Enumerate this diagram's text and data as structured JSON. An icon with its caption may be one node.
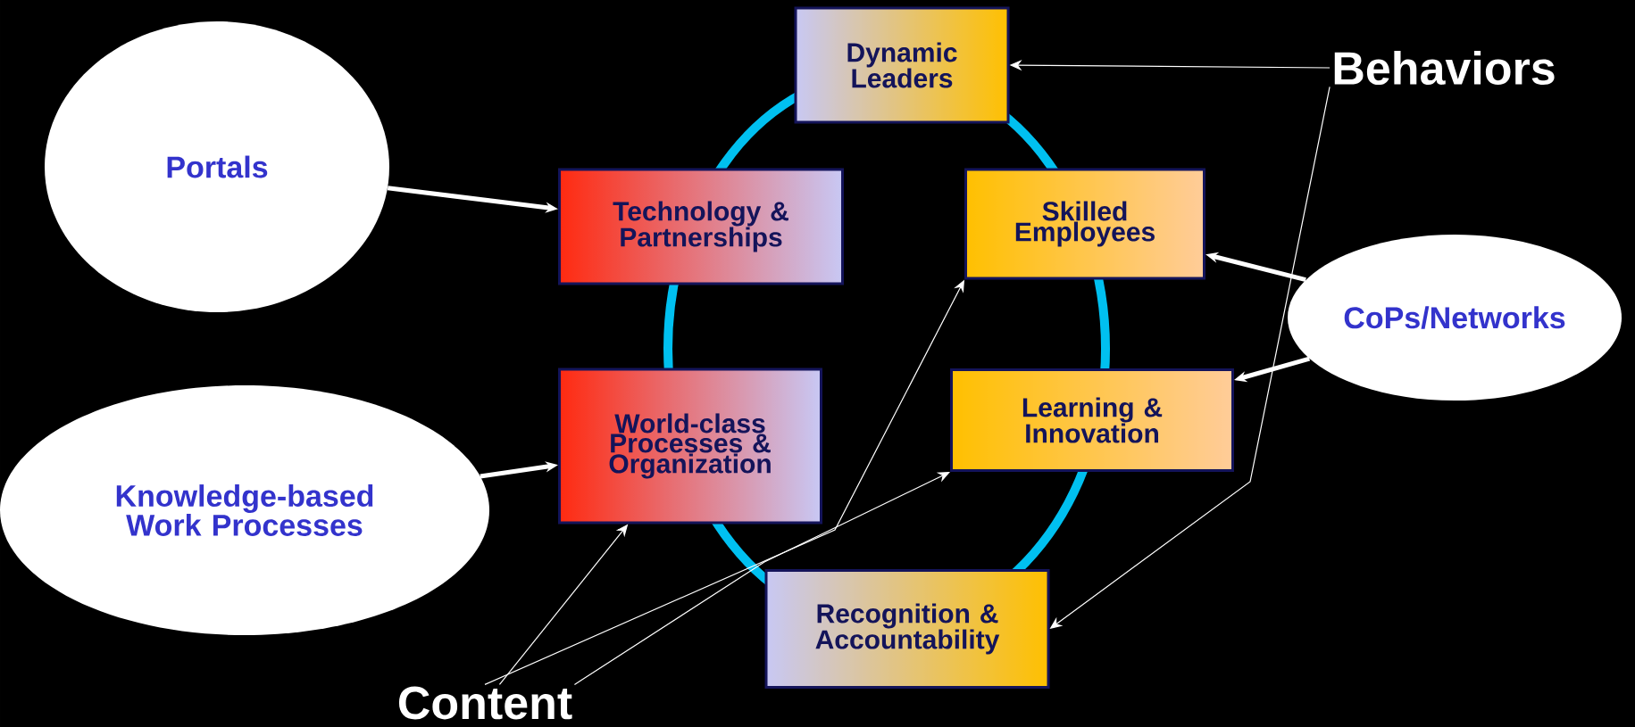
{
  "diagram": {
    "nodes": [
      {
        "text": [
          "Portals"
        ]
      },
      {
        "text": [
          "Dynamic Leaders"
        ]
      },
      {
        "text": [
          "Technology & Partnerships"
        ]
      },
      {
        "text": [
          "Skilled Employees"
        ]
      },
      {
        "text": [
          "World-class Processes & Organization"
        ]
      },
      {
        "text": [
          "Learning & Innovation"
        ]
      },
      {
        "text": [
          "Knowledge-based Work Processes"
        ]
      },
      {
        "text": [
          "Recognition & Accountability"
        ]
      },
      {
        "text": [
          "Behaviors"
        ]
      },
      {
        "text": [
          "CoPs/Networks"
        ]
      },
      {
        "text": [
          "Content"
        ]
      }
    ],
    "edges": [
      {
        "from": 0,
        "to": 2,
        "arrow": "to",
        "style": "thick"
      },
      {
        "from": 6,
        "to": 4,
        "arrow": "to",
        "style": "thick"
      },
      {
        "from": 9,
        "to": 3,
        "arrow": "to",
        "style": "thick"
      },
      {
        "from": 9,
        "to": 5,
        "arrow": "to",
        "style": "thick"
      },
      {
        "from": 8,
        "to": 1,
        "arrow": "to"
      },
      {
        "from": 8,
        "to": 7,
        "arrow": "to"
      },
      {
        "from": 10,
        "to": 4,
        "arrow": "to"
      },
      {
        "from": 10,
        "to": 3,
        "arrow": "to"
      },
      {
        "from": 10,
        "to": 5,
        "arrow": "to"
      }
    ]
  }
}
